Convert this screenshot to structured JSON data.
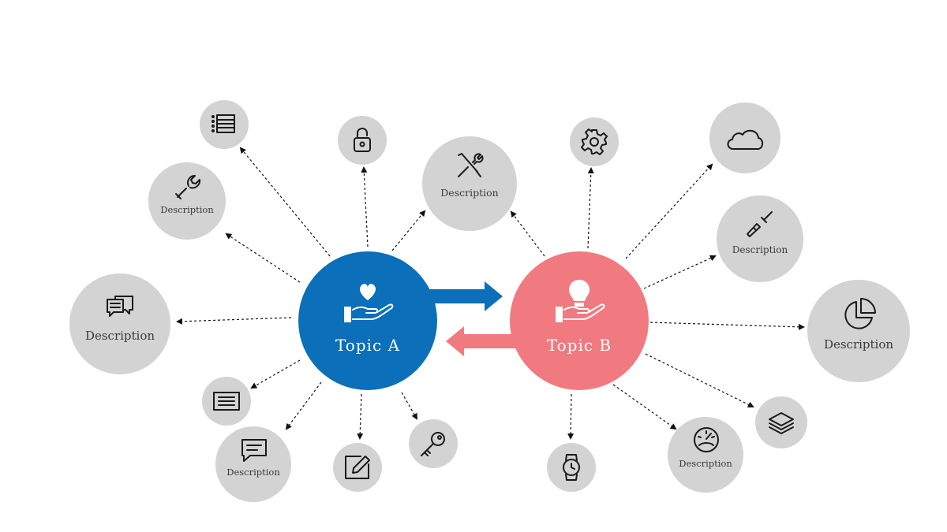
{
  "colors": {
    "topic_a": "#0b6fba",
    "topic_b": "#f07a7f",
    "node": "#d3d3d3"
  },
  "topics": {
    "a": {
      "label": "Topic A",
      "icon": "hand-heart-icon"
    },
    "b": {
      "label": "Topic B",
      "icon": "hand-lightbulb-icon"
    }
  },
  "nodes": {
    "a_list": {
      "icon": "list-icon",
      "label": ""
    },
    "a_lock": {
      "icon": "lock-icon",
      "label": ""
    },
    "a_tools": {
      "icon": "tools-icon",
      "label": "Description"
    },
    "a_wrench": {
      "icon": "wrench-icon",
      "label": "Description"
    },
    "a_chat": {
      "icon": "chat-bubbles-icon",
      "label": "Description"
    },
    "a_text": {
      "icon": "text-box-icon",
      "label": ""
    },
    "a_comment": {
      "icon": "comment-icon",
      "label": "Description"
    },
    "a_edit": {
      "icon": "edit-icon",
      "label": ""
    },
    "a_key": {
      "icon": "key-icon",
      "label": ""
    },
    "b_gear": {
      "icon": "gear-icon",
      "label": ""
    },
    "b_cloud": {
      "icon": "cloud-icon",
      "label": ""
    },
    "b_screwdriver": {
      "icon": "screwdriver-icon",
      "label": "Description"
    },
    "b_pie": {
      "icon": "pie-chart-icon",
      "label": "Description"
    },
    "b_layers": {
      "icon": "layers-icon",
      "label": ""
    },
    "b_gauge": {
      "icon": "gauge-icon",
      "label": "Description"
    },
    "b_watch": {
      "icon": "watch-icon",
      "label": ""
    }
  }
}
